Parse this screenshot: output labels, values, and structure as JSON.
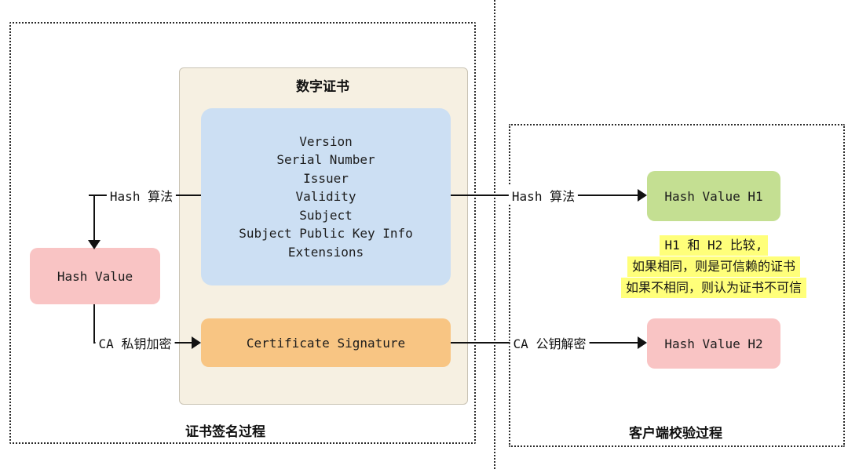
{
  "left_panel": {
    "title": "证书签名过程",
    "hash_algo_label": "Hash 算法",
    "hash_value_label": "Hash Value",
    "ca_encrypt_label": "CA 私钥加密"
  },
  "certificate": {
    "title": "数字证书",
    "fields": [
      "Version",
      "Serial Number",
      "Issuer",
      "Validity",
      "Subject",
      "Subject Public Key Info",
      "Extensions"
    ],
    "signature": "Certificate Signature"
  },
  "right_panel": {
    "title": "客户端校验过程",
    "hash_algo_label": "Hash 算法",
    "ca_decrypt_label": "CA 公钥解密",
    "hash_h1_label": "Hash Value H1",
    "hash_h2_label": "Hash Value H2",
    "note_lines": [
      "H1 和 H2 比较,",
      "如果相同，则是可信赖的证书",
      "如果不相同，则认为证书不可信"
    ]
  },
  "colors": {
    "certificate_bg": "#f6f0e2",
    "fields_bg": "#ccdff3",
    "signature_bg": "#f8c583",
    "hash_value_bg": "#f9c4c4",
    "hash_h1_bg": "#c4df92",
    "hash_h2_bg": "#f9c4c4",
    "note_bg": "#ffff7a",
    "line_color": "#111111"
  }
}
